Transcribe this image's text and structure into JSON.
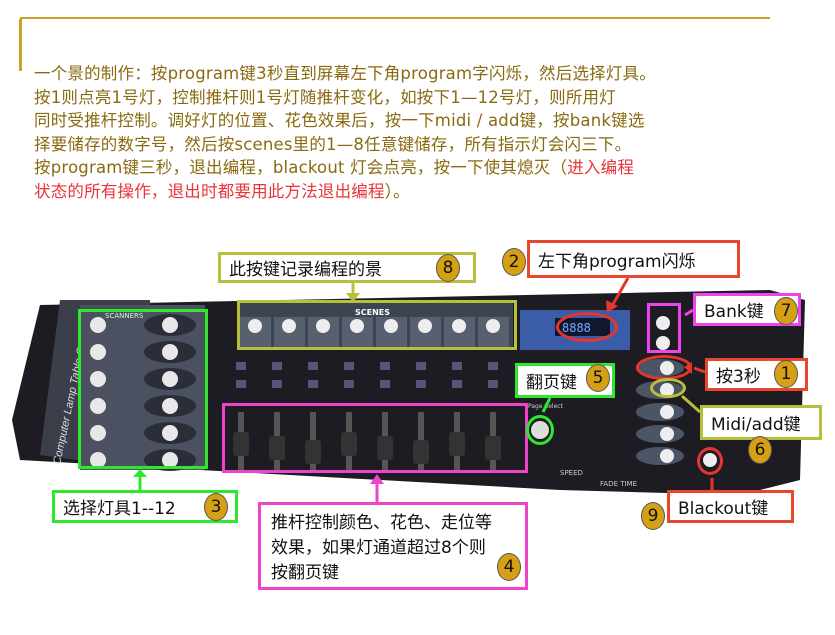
{
  "instructions": {
    "lines": [
      "一个景的制作：按program键3秒直到屏幕左下角program字闪烁，然后选择灯具。",
      "按1则点亮1号灯，控制推杆则1号灯随推杆变化，如按下1—12号灯，则所用灯",
      "同时受推杆控制。调好灯的位置、花色效果后，按一下midi / add键，按bank键选",
      "择要储存的数字号，然后按scenes里的1—8任意键储存，所有指示灯会闪三下。",
      "按program键三秒，退出编程，blackout 灯会点亮，按一下使其熄灭（"
    ],
    "red_part1": "进入编程",
    "red_part2": "状态的所有操作，退出时都要用此方法退出编程",
    "tail": "）。"
  },
  "device": {
    "side_label": "Computer Lamp Table Controller",
    "scanners_label": "SCANNERS",
    "scenes_label": "SCENES",
    "display": "8888",
    "speed_label": "SPEED",
    "fade_label": "FADE TIME",
    "page_select_label": "Page Select"
  },
  "callouts": [
    {
      "num": "1",
      "text": "按3秒",
      "color": "#e8472e"
    },
    {
      "num": "2",
      "text": "左下角program闪烁",
      "color": "#e8472e"
    },
    {
      "num": "3",
      "text": "选择灯具1--12",
      "color": "#2ee82e"
    },
    {
      "num": "4",
      "text": "推杆控制颜色、花色、走位等效果，如果灯通道超过8个则按翻页键",
      "color": "#ee44cc"
    },
    {
      "num": "5",
      "text": "翻页键",
      "color": "#2ee82e"
    },
    {
      "num": "6",
      "text": "Midi/add键",
      "color": "#b8bf3a"
    },
    {
      "num": "7",
      "text": "Bank键",
      "color": "#ee44ee"
    },
    {
      "num": "8",
      "text": "此按键记录编程的景",
      "color": "#b8bf3a"
    },
    {
      "num": "9",
      "text": "Blackout键",
      "color": "#e8472e"
    }
  ],
  "colors": {
    "accent_gold": "#c9a227",
    "text_brown": "#8a6a10",
    "text_red": "#e8343a",
    "badge": "#d6a015"
  }
}
